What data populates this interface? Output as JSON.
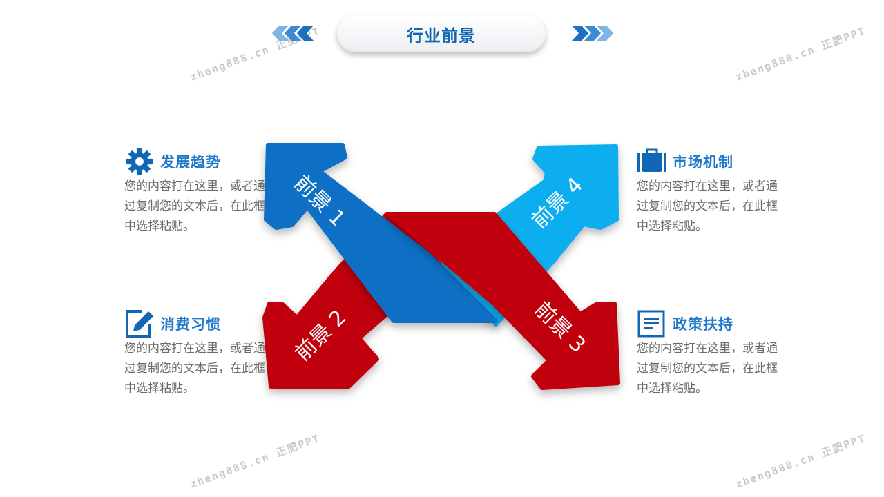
{
  "title": "行业前景",
  "watermark_text": "zheng888.cn 正肥PPT",
  "colors": {
    "dark_blue": "#0b6fc4",
    "light_blue": "#0aaef0",
    "red": "#c00010",
    "title_blue": "#1267b4",
    "label_blue": "#1f78c8"
  },
  "arrows": [
    {
      "label": "前景 1",
      "color": "dark_blue",
      "points": "upper-left"
    },
    {
      "label": "前景 2",
      "color": "red",
      "points": "lower-left"
    },
    {
      "label": "前景 3",
      "color": "red",
      "points": "lower-right"
    },
    {
      "label": "前景 4",
      "color": "light_blue",
      "points": "upper-right"
    }
  ],
  "items": [
    {
      "title": "发展趋势",
      "icon": "gear-icon",
      "body": "您的内容打在这里，或者通过复制您的文本后，在此框中选择粘贴。"
    },
    {
      "title": "消费习惯",
      "icon": "edit-icon",
      "body": "您的内容打在这里，或者通过复制您的文本后，在此框中选择粘贴。"
    },
    {
      "title": "市场机制",
      "icon": "briefcase-icon",
      "body": "您的内容打在这里，或者通过复制您的文本后，在此框中选择粘贴。"
    },
    {
      "title": "政策扶持",
      "icon": "document-icon",
      "body": "您的内容打在这里，或者通过复制您的文本后，在此框中选择粘贴。"
    }
  ]
}
